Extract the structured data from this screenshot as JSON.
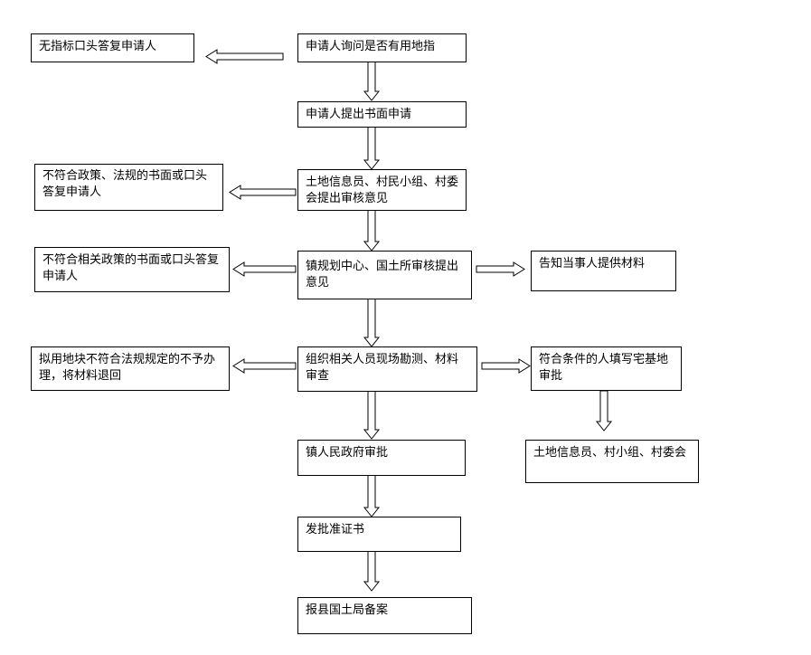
{
  "nodes": {
    "inquire": "申请人询问是否有用地指",
    "no_quota": "无指标口头答复申请人",
    "written_app": "申请人提出书面申请",
    "village_review": "土地信息员、村民小组、村委会提出审核意见",
    "reject_policy": "不符合政策、法规的书面或口头答复申请人",
    "town_review": "镇规划中心、国土所审核提出意见",
    "reject_related": "不符合相关政策的书面或口头答复申请人",
    "notify_materials": "告知当事人提供材料",
    "site_survey": "组织相关人员现场勘测、材料审查",
    "reject_return": "拟用地块不符合法规规定的不予办理，将材料退回",
    "fill_form": "符合条件的人填写宅基地审批",
    "village_committee": "土地信息员、村小组、村委会",
    "town_gov_approve": "镇人民政府审批",
    "issue_permit": "发批准证书",
    "county_record": "报县国土局备案"
  }
}
